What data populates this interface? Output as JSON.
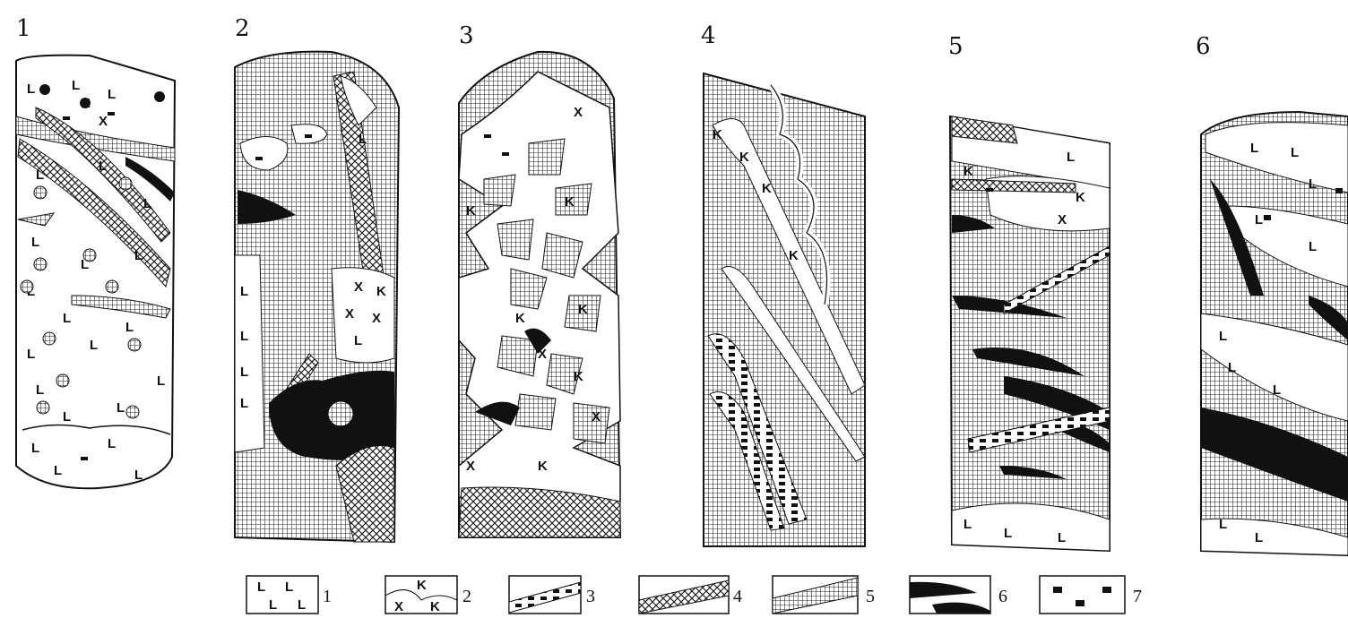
{
  "figure": {
    "column_labels": [
      "1",
      "2",
      "3",
      "4",
      "5",
      "6"
    ],
    "legend_labels": [
      "1",
      "2",
      "3",
      "4",
      "5",
      "6",
      "7"
    ],
    "legend_swatches": [
      "L-symbol-pattern",
      "K-x-breccia-pattern",
      "dashed-band-pattern",
      "cross-hatch-band",
      "dense-grid-hatch",
      "solid-black-lens",
      "small-black-marks-pattern"
    ],
    "colors": {
      "ink": "#111111",
      "paper": "#ffffff"
    }
  }
}
